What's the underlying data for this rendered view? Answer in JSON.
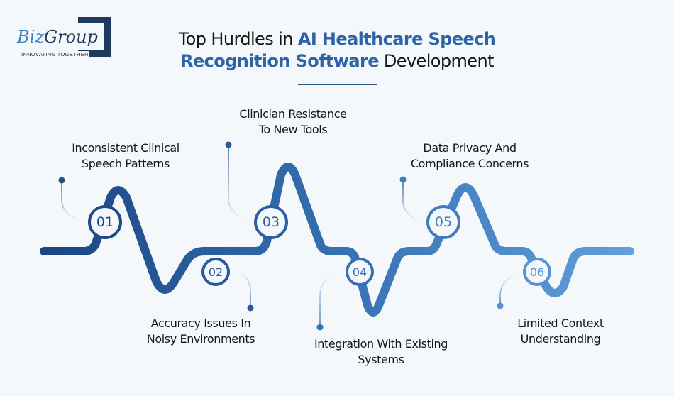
{
  "logo": {
    "brand_part1": "Biz",
    "brand_part2": "Group",
    "tagline": "INNOVATING TOGETHER"
  },
  "header": {
    "title_part1": "Top Hurdles in ",
    "title_highlight1": "AI Healthcare Speech",
    "title_highlight2": "Recognition Software",
    "title_part2": " Development"
  },
  "colors": {
    "background": "#f5f8fb",
    "accent": "#2e63a8",
    "wave_start": "#1b4682",
    "wave_end": "#62a0dc"
  },
  "hurdles": [
    {
      "number": "01",
      "label_line1": "Inconsistent Clinical",
      "label_line2": "Speech Patterns",
      "color": "#1e4a86"
    },
    {
      "number": "02",
      "label_line1": "Accuracy Issues In",
      "label_line2": "Noisy Environments",
      "color": "#27589a"
    },
    {
      "number": "03",
      "label_line1": "Clinician Resistance",
      "label_line2": "To New Tools",
      "color": "#2b5fa2"
    },
    {
      "number": "04",
      "label_line1": "Integration With Existing",
      "label_line2": "Systems",
      "color": "#3670b4"
    },
    {
      "number": "05",
      "label_line1": "Data Privacy And",
      "label_line2": "Compliance Concerns",
      "color": "#3f7cc0"
    },
    {
      "number": "06",
      "label_line1": "Limited Context",
      "label_line2": "Understanding",
      "color": "#5592d2"
    }
  ]
}
